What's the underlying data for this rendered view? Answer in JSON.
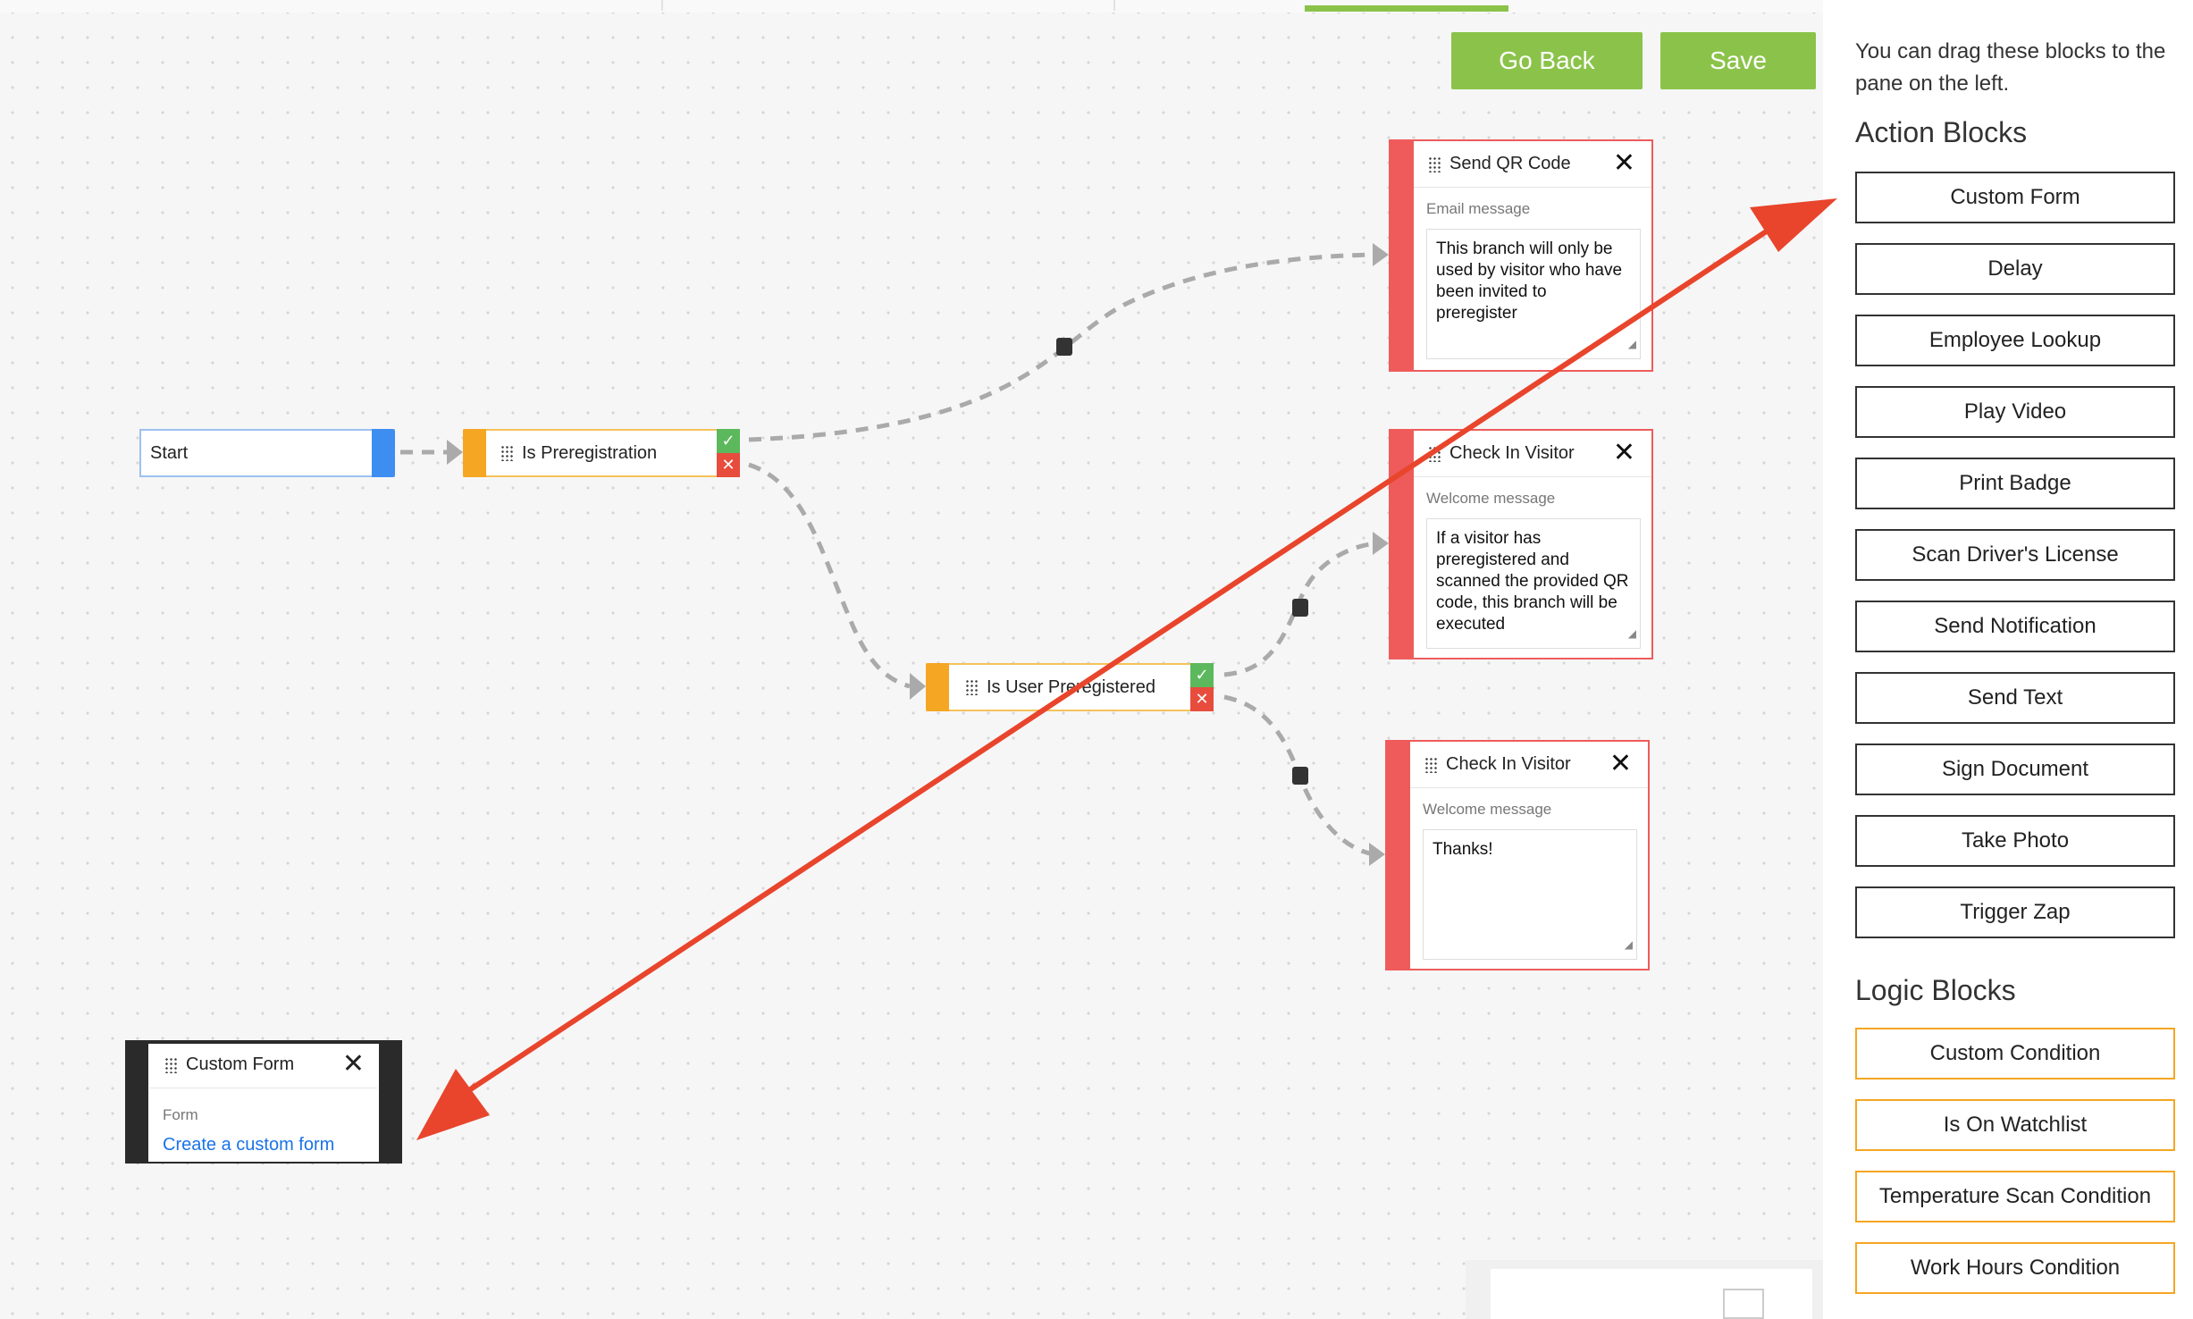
{
  "toolbar": {
    "go_back_label": "Go Back",
    "save_label": "Save"
  },
  "flow": {
    "start": {
      "label": "Start"
    },
    "is_preregistration": {
      "label": "Is Preregistration"
    },
    "is_user_preregistered": {
      "label": "Is User Preregistered"
    },
    "send_qr_code": {
      "title": "Send QR Code",
      "field_label": "Email message",
      "message": "This branch will only be used by visitor who have been invited to preregister"
    },
    "check_in_visitor_1": {
      "title": "Check In Visitor",
      "field_label": "Welcome message",
      "message": "If a visitor has preregistered and scanned the provided QR code, this branch will be executed"
    },
    "check_in_visitor_2": {
      "title": "Check In Visitor",
      "field_label": "Welcome message",
      "message": "Thanks!"
    },
    "custom_form": {
      "title": "Custom Form",
      "field_label": "Form",
      "link": "Create a custom form"
    }
  },
  "panel": {
    "hint": "You can drag these blocks to the pane on the left.",
    "action_heading": "Action Blocks",
    "action_blocks": [
      "Custom Form",
      "Delay",
      "Employee Lookup",
      "Play Video",
      "Print Badge",
      "Scan Driver's License",
      "Send Notification",
      "Send Text",
      "Sign Document",
      "Take Photo",
      "Trigger Zap"
    ],
    "logic_heading": "Logic Blocks",
    "logic_blocks": [
      "Custom Condition",
      "Is On Watchlist",
      "Temperature Scan Condition",
      "Work Hours Condition"
    ]
  },
  "colors": {
    "accent_green": "#8bc34a",
    "start_blue": "#3d8ef0",
    "condition_orange": "#f5a623",
    "action_red": "#ef5b5b",
    "annotation_arrow": "#e8452c"
  }
}
